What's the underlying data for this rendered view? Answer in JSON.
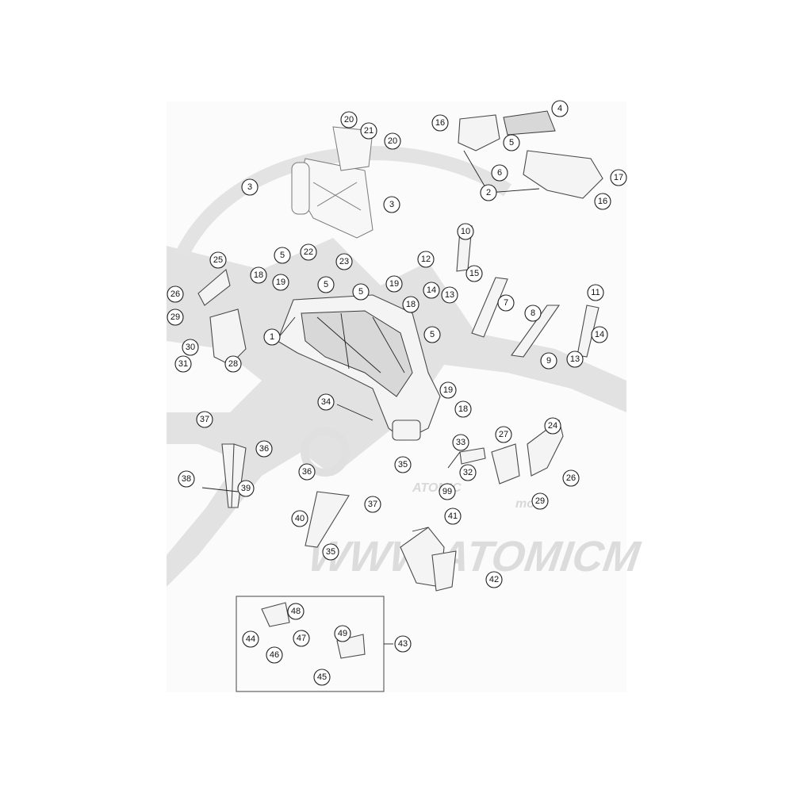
{
  "watermark": {
    "brand_mark": "ATOMIC",
    "brand_sub": "moto",
    "site_text": "WWW.ATOMICM"
  },
  "callouts": [
    {
      "id": "c-1",
      "label": "1"
    },
    {
      "id": "c-2",
      "label": "2"
    },
    {
      "id": "c-3a",
      "label": "3"
    },
    {
      "id": "c-3b",
      "label": "3"
    },
    {
      "id": "c-4",
      "label": "4"
    },
    {
      "id": "c-5a",
      "label": "5"
    },
    {
      "id": "c-5b",
      "label": "5"
    },
    {
      "id": "c-5c",
      "label": "5"
    },
    {
      "id": "c-5d",
      "label": "5"
    },
    {
      "id": "c-5e",
      "label": "5"
    },
    {
      "id": "c-6",
      "label": "6"
    },
    {
      "id": "c-7",
      "label": "7"
    },
    {
      "id": "c-8",
      "label": "8"
    },
    {
      "id": "c-9",
      "label": "9"
    },
    {
      "id": "c-10",
      "label": "10"
    },
    {
      "id": "c-11",
      "label": "11"
    },
    {
      "id": "c-12",
      "label": "12"
    },
    {
      "id": "c-13a",
      "label": "13"
    },
    {
      "id": "c-13b",
      "label": "13"
    },
    {
      "id": "c-14a",
      "label": "14"
    },
    {
      "id": "c-14b",
      "label": "14"
    },
    {
      "id": "c-15",
      "label": "15"
    },
    {
      "id": "c-16a",
      "label": "16"
    },
    {
      "id": "c-16b",
      "label": "16"
    },
    {
      "id": "c-17",
      "label": "17"
    },
    {
      "id": "c-18a",
      "label": "18"
    },
    {
      "id": "c-18b",
      "label": "18"
    },
    {
      "id": "c-18c",
      "label": "18"
    },
    {
      "id": "c-19a",
      "label": "19"
    },
    {
      "id": "c-19b",
      "label": "19"
    },
    {
      "id": "c-19c",
      "label": "19"
    },
    {
      "id": "c-20a",
      "label": "20"
    },
    {
      "id": "c-20b",
      "label": "20"
    },
    {
      "id": "c-21",
      "label": "21"
    },
    {
      "id": "c-22",
      "label": "22"
    },
    {
      "id": "c-23",
      "label": "23"
    },
    {
      "id": "c-24",
      "label": "24"
    },
    {
      "id": "c-25",
      "label": "25"
    },
    {
      "id": "c-26a",
      "label": "26"
    },
    {
      "id": "c-26b",
      "label": "26"
    },
    {
      "id": "c-27",
      "label": "27"
    },
    {
      "id": "c-28",
      "label": "28"
    },
    {
      "id": "c-29a",
      "label": "29"
    },
    {
      "id": "c-29b",
      "label": "29"
    },
    {
      "id": "c-30",
      "label": "30"
    },
    {
      "id": "c-31",
      "label": "31"
    },
    {
      "id": "c-32",
      "label": "32"
    },
    {
      "id": "c-33",
      "label": "33"
    },
    {
      "id": "c-34",
      "label": "34"
    },
    {
      "id": "c-35a",
      "label": "35"
    },
    {
      "id": "c-35b",
      "label": "35"
    },
    {
      "id": "c-36a",
      "label": "36"
    },
    {
      "id": "c-36b",
      "label": "36"
    },
    {
      "id": "c-37a",
      "label": "37"
    },
    {
      "id": "c-37b",
      "label": "37"
    },
    {
      "id": "c-38",
      "label": "38"
    },
    {
      "id": "c-39",
      "label": "39"
    },
    {
      "id": "c-40",
      "label": "40"
    },
    {
      "id": "c-41",
      "label": "41"
    },
    {
      "id": "c-42",
      "label": "42"
    },
    {
      "id": "c-43",
      "label": "43"
    },
    {
      "id": "c-44",
      "label": "44"
    },
    {
      "id": "c-45",
      "label": "45"
    },
    {
      "id": "c-46",
      "label": "46"
    },
    {
      "id": "c-47",
      "label": "47"
    },
    {
      "id": "c-48",
      "label": "48"
    },
    {
      "id": "c-49",
      "label": "49"
    },
    {
      "id": "c-99",
      "label": "99"
    }
  ]
}
